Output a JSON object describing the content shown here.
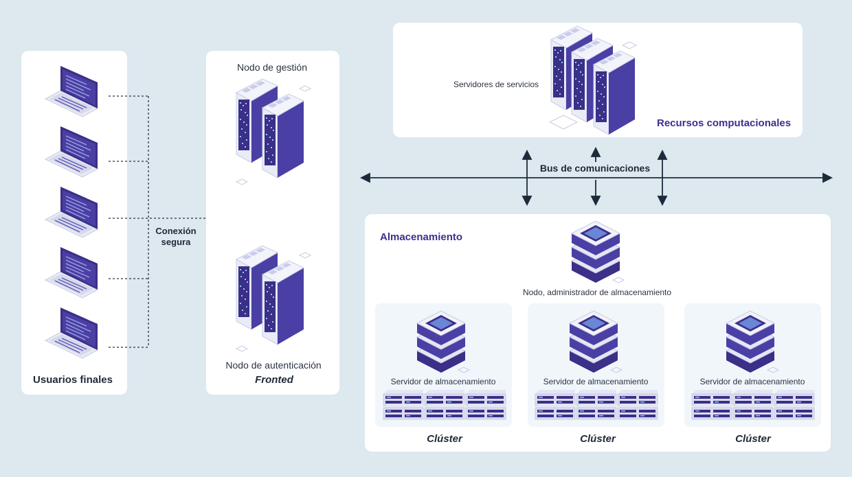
{
  "end_users": {
    "title": "Usuarios finales"
  },
  "connection": {
    "line1": "Conexión",
    "line2": "segura"
  },
  "frontend": {
    "management_node": "Nodo de gestión",
    "auth_node": "Nodo de autenticación",
    "caption": "Fronted"
  },
  "compute": {
    "service_servers": "Servidores de servicios",
    "title": "Recursos computacionales"
  },
  "bus": {
    "label": "Bus de comunicaciones"
  },
  "storage": {
    "title": "Almacenamiento",
    "admin_node": "Nodo, administrador de almacenamiento",
    "clusters": [
      {
        "server_label": "Servidor de almacenamiento",
        "caption": "Clúster"
      },
      {
        "server_label": "Servidor de almacenamiento",
        "caption": "Clúster"
      },
      {
        "server_label": "Servidor de almacenamiento",
        "caption": "Clúster"
      }
    ]
  },
  "colors": {
    "accent": "#3f2e8c",
    "line": "#1e2a3a",
    "background": "#dde8ef"
  }
}
